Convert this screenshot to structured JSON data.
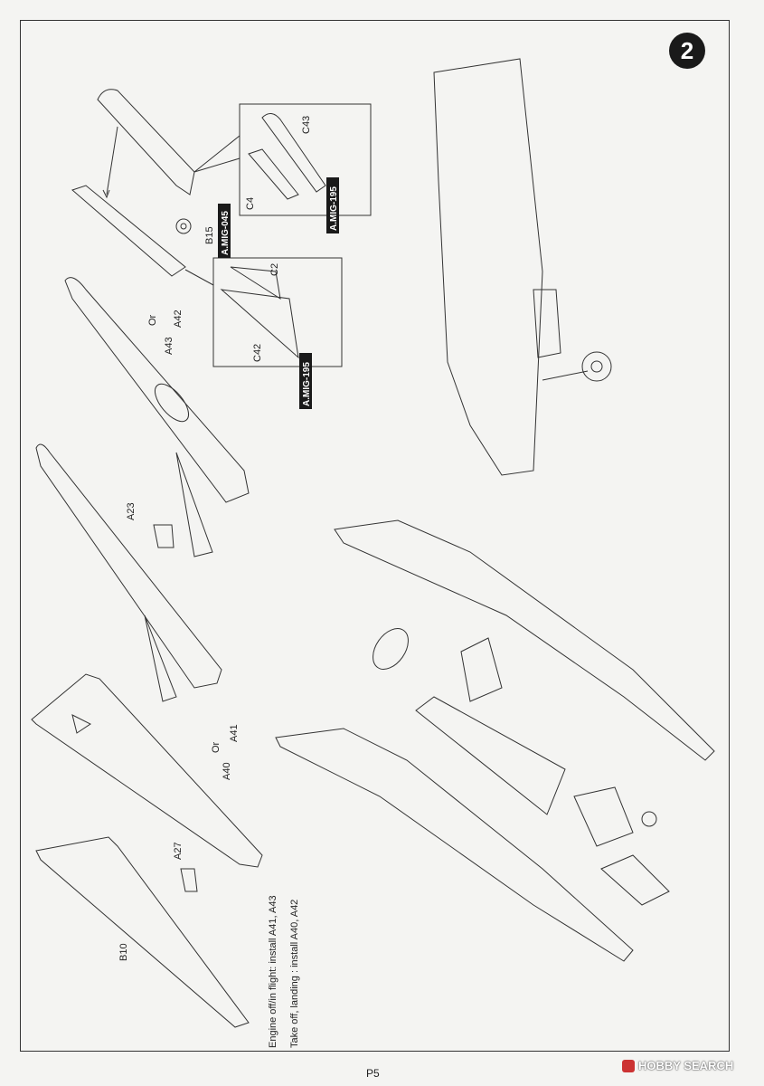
{
  "step": {
    "number": "2"
  },
  "part_labels": {
    "b15": "B15",
    "c43": "C43",
    "c4": "C4",
    "c2": "C2",
    "c42": "C42",
    "a42": "A42",
    "or_1": "Or",
    "a43": "A43",
    "a23": "A23",
    "a41": "A41",
    "or_2": "Or",
    "a40": "A40",
    "a27": "A27",
    "b10": "B10"
  },
  "paint_tags": {
    "tag_1": "A.MIG-045",
    "tag_2": "A.MIG-195",
    "tag_3": "A.MIG-195"
  },
  "notes": {
    "engine_off": "Engine off/in flight: install A41, A43",
    "take_off": "Take off, landing : install A40, A42"
  },
  "footer": {
    "page": "P5"
  },
  "watermark": {
    "text": "HOBBY SEARCH"
  },
  "colors": {
    "ink": "#222222",
    "tag_background": "#1a1a1a",
    "paper": "#f4f4f2"
  }
}
